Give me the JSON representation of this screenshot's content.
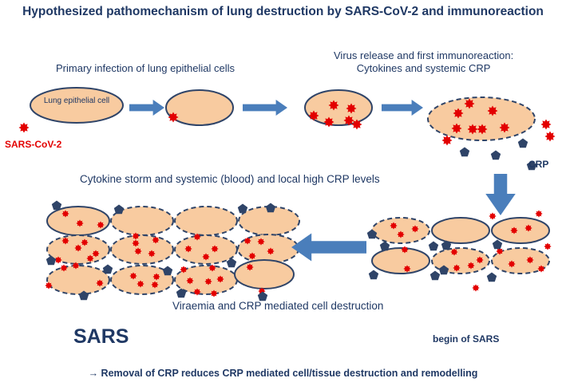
{
  "title": "Hypothesized pathomechanism of lung destruction by SARS-CoV-2 and immunoreaction",
  "captions": {
    "primary_infection": "Primary infection of lung epithelial cells",
    "virus_release_line1": "Virus release and first immunoreaction:",
    "virus_release_line2": "Cytokines and systemic CRP",
    "cytokine_storm": "Cytokine storm and systemic (blood) and local high CRP levels",
    "viraemia": "Viraemia and CRP mediated cell destruction"
  },
  "labels": {
    "cell": "Lung epithelial cell",
    "virus": "SARS-CoV-2",
    "crp": "CRP",
    "sars": "SARS",
    "begin_sars": "begin of SARS"
  },
  "conclusion": "→ Removal of CRP reduces CRP mediated cell/tissue destruction and remodelling",
  "colors": {
    "cell_fill": "#f8cba0",
    "cell_border": "#2f4468",
    "virus": "#e30000",
    "crp": "#2f4468",
    "arrow": "#4a7ebb",
    "text": "#1f3864"
  },
  "icons": {
    "virus": "red-spiky-particle",
    "crp": "dark-blue-pentagon",
    "arrow": "blue-block-arrow"
  }
}
